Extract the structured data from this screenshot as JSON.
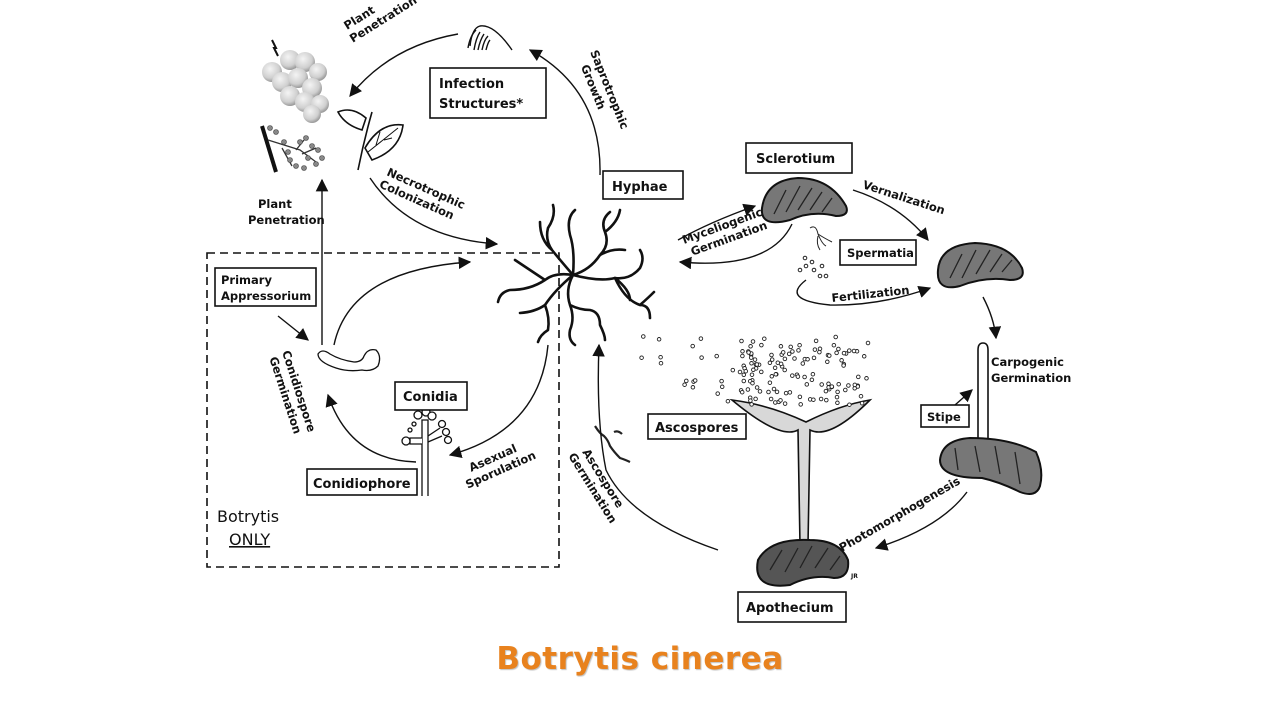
{
  "title": "Botrytis cinerea",
  "colors": {
    "title": "#e8821e",
    "sclerotium": "#777777",
    "ink": "#111111"
  },
  "nodes": {
    "infection_structures": [
      "Infection",
      "Structures*"
    ],
    "hyphae": "Hyphae",
    "sclerotium": "Sclerotium",
    "spermatia": "Spermatia",
    "stipe": "Stipe",
    "apothecium": "Apothecium",
    "ascospores": "Ascospores",
    "conidia": "Conidia",
    "conidiophore": "Conidiophore",
    "primary_appressorium": [
      "Primary",
      "Appressorium"
    ]
  },
  "processes": {
    "plant_penetration_top": [
      "Plant",
      "Penetration"
    ],
    "saprotrophic_growth": [
      "Saprotrophic",
      "Growth"
    ],
    "necrotrophic_colonization": [
      "Necrotrophic",
      "Colonization"
    ],
    "plant_penetration_left": [
      "Plant",
      "Penetration"
    ],
    "vernalization": "Vernalization",
    "myceliogenic_germination": [
      "Myceliogenic",
      "Germination"
    ],
    "fertilization": "Fertilization",
    "carpogenic_germination": [
      "Carpogenic",
      "Germination"
    ],
    "photomorphogenesis": "Photomorphogenesis",
    "ascospore_germination": [
      "Ascospore",
      "Germination"
    ],
    "asexual_sporulation": [
      "Asexual",
      "Sporulation"
    ],
    "conidiospore_germination": [
      "Conidiospore",
      "Germination"
    ]
  },
  "region_note": {
    "line1": "Botrytis",
    "line2": "ONLY"
  },
  "artist_mark": "JR",
  "icons": [
    "grape-cluster-icon",
    "infected-stem-icon",
    "leaf-seedling-icon",
    "infection-structure-icon",
    "hyphae-mycelium-icon",
    "sclerotium-icon",
    "spermatia-icon",
    "stipe-icon",
    "apothecium-icon",
    "germ-tube-icon",
    "conidiophore-icon",
    "conidium-germling-icon"
  ]
}
